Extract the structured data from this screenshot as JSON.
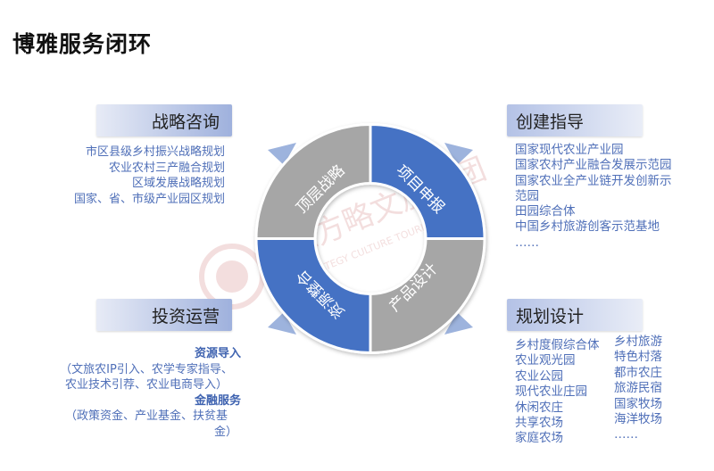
{
  "title": "博雅服务闭环",
  "watermark": {
    "text": "博雅方略文旅集团",
    "subtext": "BOYA STRATEGY CULTURE TOURISM GROUP"
  },
  "cycle": {
    "top_left": "顶层战略",
    "top_right": "项目申报",
    "bottom_right": "产品设计",
    "bottom_left": "资源整合"
  },
  "colors": {
    "gray": "#a6a6a6",
    "blue": "#4472c4",
    "arrow": "#9db3dd"
  },
  "top_left": {
    "label": "战略咨询",
    "items": [
      "市区县级乡村振兴战略规划",
      "农业农村三产融合规划",
      "区域发展战略规划",
      "国家、省、市级产业园区规划"
    ]
  },
  "top_right": {
    "label": "创建指导",
    "items": [
      "国家现代农业产业园",
      "国家农村产业融合发展示范园",
      "国家农业全产业链开发创新示",
      "范园",
      "田园综合体",
      "中国乡村旅游创客示范基地",
      "……"
    ]
  },
  "bottom_left": {
    "label": "投资运营",
    "section1_title": "资源导入",
    "section1_lines": [
      "（文旅农IP引入、农学专家指导、",
      "农业技术引荐、农业电商导入）"
    ],
    "section2_title": "金融服务",
    "section2_lines": [
      "（政策资金、产业基金、扶贫基",
      "金）"
    ]
  },
  "bottom_right": {
    "label": "规划设计",
    "col1": [
      "乡村度假综合体",
      "农业观光园",
      "农业公园",
      "现代农业庄园",
      "休闲农庄",
      "共享农场",
      "家庭农场"
    ],
    "col2": [
      "乡村旅游",
      "特色村落",
      "都市农庄",
      "旅游民宿",
      "国家牧场",
      "海洋牧场",
      "……"
    ]
  }
}
